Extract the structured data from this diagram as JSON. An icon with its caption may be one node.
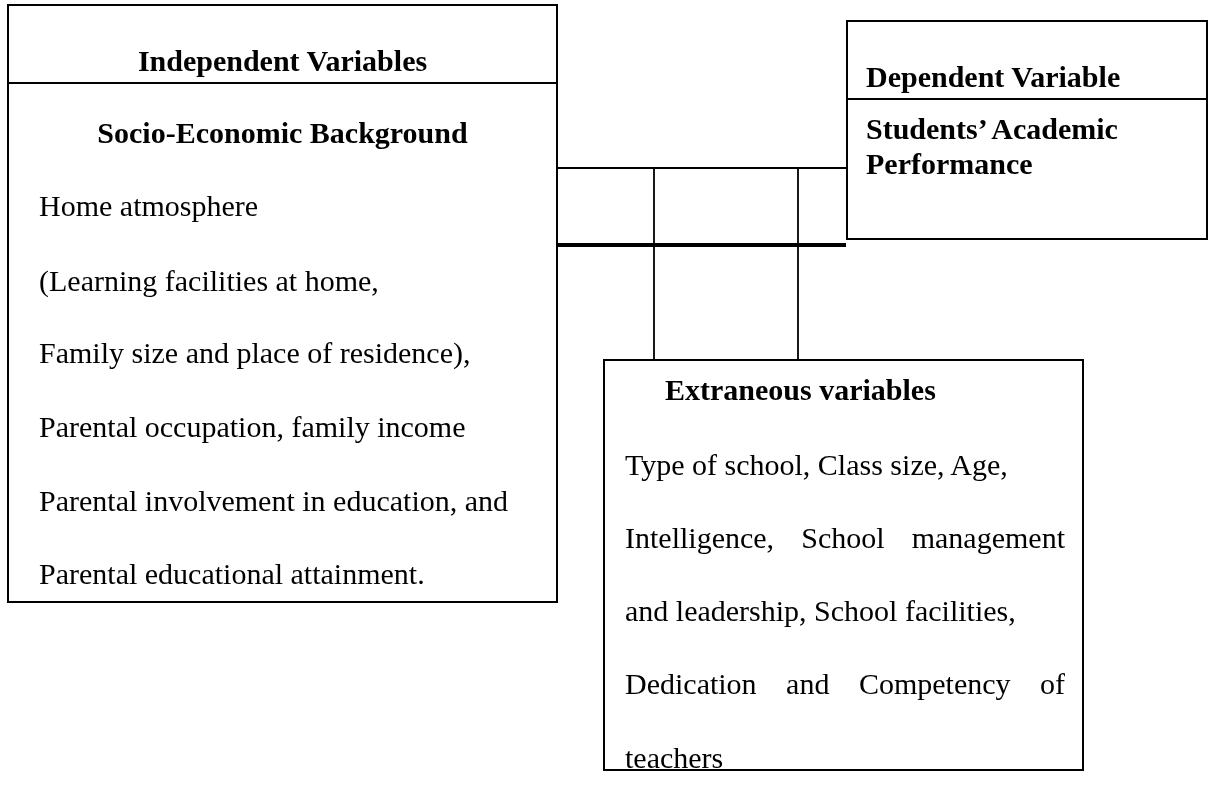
{
  "diagram": {
    "nodes": [
      {
        "text": [
          "Independent Variables",
          "Socio-Economic Background",
          "Home atmosphere",
          "(Learning facilities at home,",
          "Family size and place of residence),",
          "Parental occupation, family income",
          "Parental involvement in education, and",
          "Parental educational attainment."
        ]
      },
      {
        "text": [
          "Dependent Variable",
          "Students’ Academic Performance"
        ]
      },
      {
        "text": [
          "Extraneous variables",
          "Type of school, Class size, Age,",
          "Intelligence, School management",
          "and leadership, School facilities,",
          "Dedication and Competency of",
          "teachers"
        ]
      }
    ],
    "edges": [
      {
        "from": 0,
        "to": 1,
        "arrow": "none"
      },
      {
        "from": 0,
        "to": 1,
        "arrow": "none",
        "style": "thick"
      },
      {
        "from": 2,
        "to": 0,
        "arrow": "none"
      },
      {
        "from": 2,
        "to": 1,
        "arrow": "none"
      }
    ]
  }
}
